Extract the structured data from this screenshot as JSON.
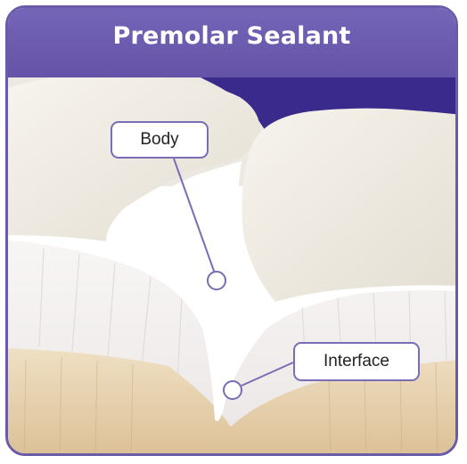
{
  "title": "Premolar Sealant",
  "labels": {
    "body": "Body",
    "interface": "Interface"
  },
  "colors": {
    "header": "#6a5aa8",
    "gum_purple": "#3a2a8c",
    "tooth": "#efebe3",
    "enamel": "#f6f3f1",
    "dentin": "#e8d4b0",
    "sealant": "#ffffff"
  }
}
